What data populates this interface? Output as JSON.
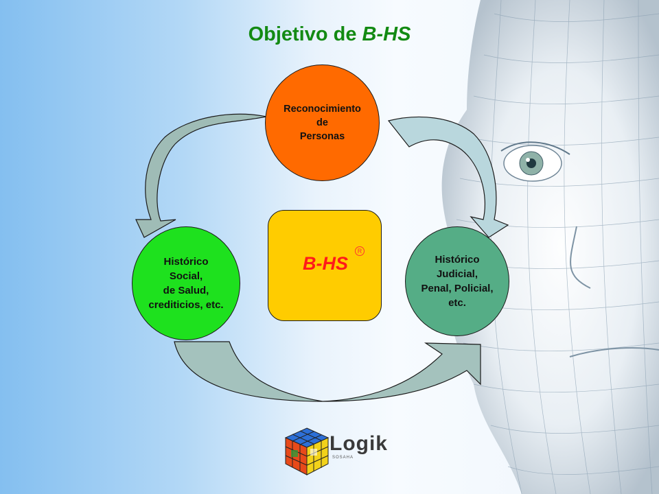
{
  "slide": {
    "title_main": "Objetivo de ",
    "title_em": "B-HS"
  },
  "nodes": {
    "top": {
      "lines": [
        "Reconocimiento",
        "de",
        "Personas"
      ],
      "color": "#ff6a00"
    },
    "left": {
      "lines": [
        "Histórico",
        "Social,",
        "de Salud,",
        "crediticios, etc."
      ],
      "color": "#1ee11e"
    },
    "right": {
      "lines": [
        "Histórico",
        "Judicial,",
        "Penal, Policial,",
        "etc."
      ],
      "color": "#55ad86"
    }
  },
  "center": {
    "label": "B-HS",
    "reg": "R",
    "color": "#ffcc00"
  },
  "logo": {
    "text": "Logik",
    "sub": "SOSAHA"
  },
  "colors": {
    "title": "#138a13",
    "arrow_fill": "#9fbcb6",
    "arrow_stroke": "#1a1a1a"
  },
  "icons": {
    "logo": "rubiks-cube-icon",
    "background": "wireframe-face-illustration"
  }
}
